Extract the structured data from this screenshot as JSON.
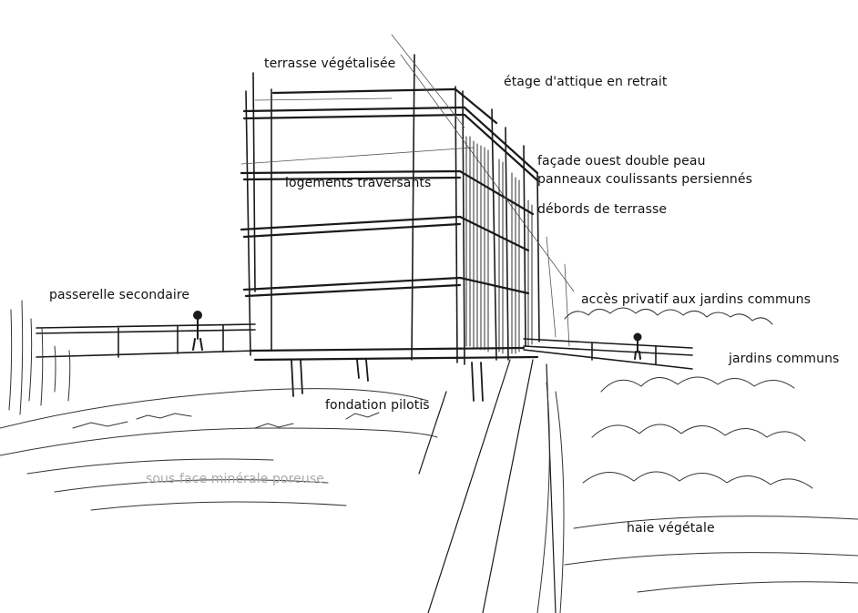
{
  "labels": {
    "terrasse_vegetalisee": "terrasse végétalisée",
    "etage_attique": "étage d'attique en retrait",
    "facade_ouest_line1": "façade ouest double peau",
    "facade_ouest_line2": "panneaux coulissants persiennés",
    "logements_traversants": "logements traversants",
    "debords_terrasse": "débords de terrasse",
    "passerelle_secondaire": "passerelle secondaire",
    "acces_privatif": "accès privatif aux jardins communs",
    "jardins_communs": "jardins communs",
    "fondation_pilotis": "fondation pilotis",
    "sous_face": "sous face minérale poreuse",
    "haie_vegetale": "haie végétale"
  },
  "colors": {
    "ink": "#111111",
    "faint_label": "#a9a9a9",
    "paper": "#ffffff"
  }
}
